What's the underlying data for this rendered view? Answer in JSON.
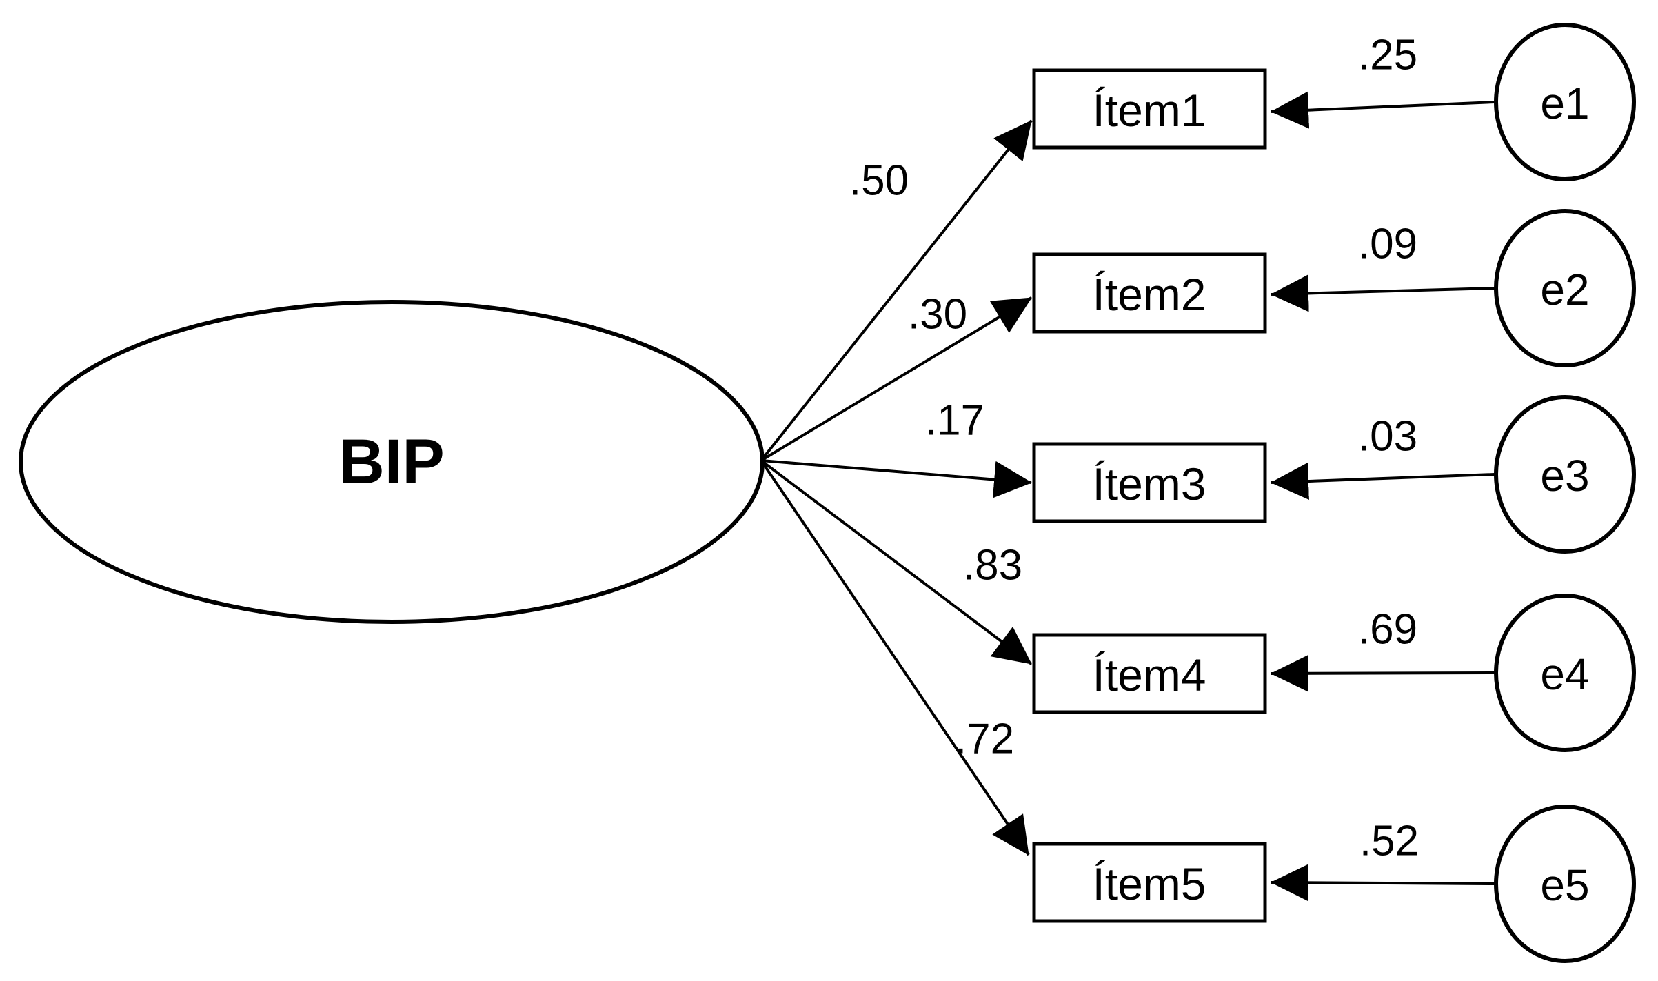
{
  "diagram": {
    "kind": "sem-path-diagram",
    "latent_factor": {
      "label": "BIP"
    },
    "items": [
      {
        "label": "Ítem1",
        "loading": ".50",
        "error": {
          "label": "e1",
          "value": ".25"
        }
      },
      {
        "label": "Ítem2",
        "loading": ".30",
        "error": {
          "label": "e2",
          "value": ".09"
        }
      },
      {
        "label": "Ítem3",
        "loading": ".17",
        "error": {
          "label": "e3",
          "value": ".03"
        }
      },
      {
        "label": "Ítem4",
        "loading": ".83",
        "error": {
          "label": "e4",
          "value": ".69"
        }
      },
      {
        "label": "Ítem5",
        "loading": ".72",
        "error": {
          "label": "e5",
          "value": ".52"
        }
      }
    ],
    "colors": {
      "line": "#000000",
      "background": "#ffffff",
      "text": "#000000"
    }
  }
}
